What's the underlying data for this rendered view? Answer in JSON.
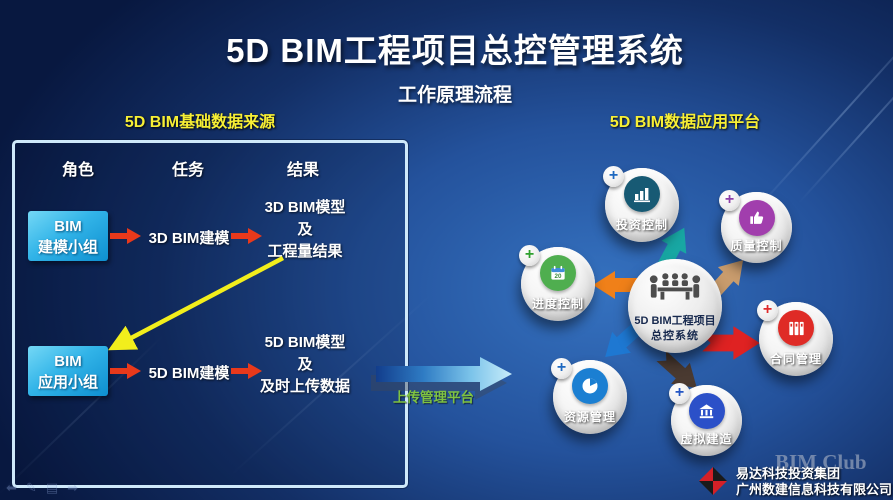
{
  "title": "5D BIM工程项目总控管理系统",
  "subtitle": "工作原理流程",
  "left_section": {
    "header": "5D BIM基础数据来源"
  },
  "right_section": {
    "header": "5D BIM数据应用平台"
  },
  "table": {
    "headers": {
      "role": "角色",
      "task": "任务",
      "result": "结果"
    },
    "rows": [
      {
        "role_line1": "BIM",
        "role_line2": "建模小组",
        "task": "3D BIM建模",
        "result_line1": "3D BIM模型",
        "result_line2": "及",
        "result_line3": "工程量结果"
      },
      {
        "role_line1": "BIM",
        "role_line2": "应用小组",
        "task": "5D BIM建模",
        "result_line1": "5D BIM模型",
        "result_line2": "及",
        "result_line3": "及时上传数据"
      }
    ]
  },
  "upload": {
    "label": "上传管理平台",
    "label_color": "#7fc241"
  },
  "hub": {
    "line1": "5D BIM工程项目",
    "line2": "总控系统",
    "icon": "meeting-table-icon"
  },
  "satellites": [
    {
      "id": "investment",
      "label": "投资控制",
      "icon": "bar-chart-icon",
      "icon_bg": "#175a74",
      "badge_color": "#1f69c0",
      "arrow_color": "#18a7a3"
    },
    {
      "id": "quality",
      "label": "质量控制",
      "icon": "thumbs-up-icon",
      "icon_bg": "#a13ead",
      "badge_color": "#8c3fa8",
      "arrow_color": "#c99c6d"
    },
    {
      "id": "schedule",
      "label": "进度控制",
      "icon": "calendar-icon",
      "calendar_day": "20",
      "icon_bg": "#4fae4f",
      "badge_color": "#2fa12f",
      "arrow_color": "#f08019"
    },
    {
      "id": "contract",
      "label": "合同管理",
      "icon": "contract-files-icon",
      "icon_bg": "#df2b26",
      "badge_color": "#e02b2b",
      "arrow_color": "#df2222"
    },
    {
      "id": "resource",
      "label": "资源管理",
      "icon": "pie-chart-icon",
      "icon_bg": "#1b7fd2",
      "badge_color": "#1f69c0",
      "arrow_color": "#1e78d2"
    },
    {
      "id": "virtual",
      "label": "虚拟建造",
      "icon": "bank-building-icon",
      "icon_bg": "#2b50c8",
      "badge_color": "#2456c4",
      "arrow_color": "#4a3a31"
    }
  ],
  "footer": {
    "company_line1": "易达科技投资集团",
    "company_line2": "广州数建信息科技有限公司",
    "watermark": "BIM Club"
  },
  "nav_controls": [
    {
      "name": "previous-slide",
      "glyph": "⬅"
    },
    {
      "name": "pen-tool",
      "glyph": "✎"
    },
    {
      "name": "slide-overview",
      "glyph": "▤"
    },
    {
      "name": "next-slide",
      "glyph": "➡"
    }
  ],
  "colors": {
    "flow_arrow": "#e8391b",
    "highlight_arrow": "#f2ee1c",
    "panel_border": "#cfe9fa",
    "section_header": "#f7ef35",
    "title": "#ffffff"
  }
}
